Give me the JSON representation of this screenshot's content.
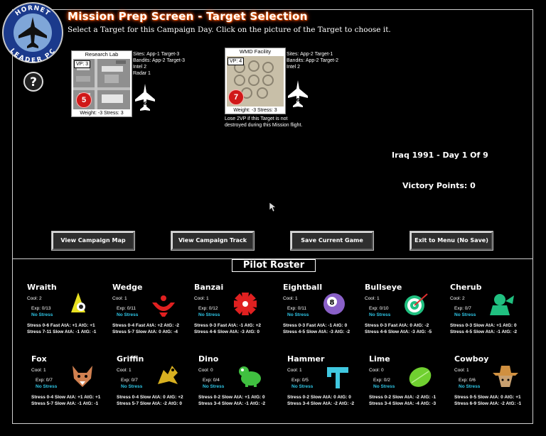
{
  "logo": {
    "top_text": "HORNET",
    "bottom_text": "LEADER PC"
  },
  "header": {
    "title": "Mission Prep Screen - Target Selection",
    "subtitle": "Select a Target for this Campaign Day. Click on the picture of the Target to choose it."
  },
  "targets": [
    {
      "name": "Research Lab",
      "vp": "VP: 3",
      "number": "5",
      "weight": "Weight: -3 Stress: 3",
      "info": [
        "Sites: App-1 Target-3",
        "Bandits: App-2 Target-3",
        "Intel 2",
        "Radar 1"
      ],
      "jet_number": "6"
    },
    {
      "name": "WMD Facility",
      "vp": "VP: 4",
      "number": "7",
      "weight": "Weight: -3 Stress: 3",
      "info": [
        "Sites: App-2 Target-1",
        "Bandits: App-2 Target-2",
        "Intel 2"
      ],
      "jet_number": "6",
      "note": [
        "Lose 2VP if this Target is not",
        "destroyed during this Mission flight."
      ]
    }
  ],
  "campaign": {
    "day": "Iraq 1991 - Day 1 Of 9",
    "victory_points": "Victory Points: 0"
  },
  "buttons": {
    "view_map": "View Campaign Map",
    "view_track": "View Campaign Track",
    "save": "Save Current Game",
    "exit": "Exit to Menu (No Save)"
  },
  "roster_title": "Pilot Roster",
  "pilots": [
    {
      "name": "Wraith",
      "cool": "Cool: 2",
      "exp": "Exp: 0/13",
      "stress": "No Stress",
      "line1": "Stress 0-6 Fast AtA: +1 AtG: +1",
      "line2": "Stress 7-11 Slow AtA: -1 AtG: -1",
      "icon": "wraith-icon",
      "color": "#e8e020"
    },
    {
      "name": "Wedge",
      "cool": "Cool: 1",
      "exp": "Exp: 0/11",
      "stress": "No Stress",
      "line1": "Stress 0-4 Fast AtA: +2 AtG: -2",
      "line2": "Stress 5-7 Slow AtA: 0 AtG: -4",
      "icon": "wedge-icon",
      "color": "#e02020"
    },
    {
      "name": "Banzai",
      "cool": "Cool: 1",
      "exp": "Exp: 0/12",
      "stress": "No Stress",
      "line1": "Stress 0-3 Fast AtA: -1 AtG: +2",
      "line2": "Stress 4-6 Slow AtA: -3 AtG: 0",
      "icon": "banzai-icon",
      "color": "#e02020"
    },
    {
      "name": "Eightball",
      "cool": "Cool: 1",
      "exp": "Exp: 0/11",
      "stress": "No Stress",
      "line1": "Stress 0-3 Fast AtA: -1 AtG: 0",
      "line2": "Stress 4-5 Slow AtA: -3 AtG: -2",
      "icon": "eightball-icon",
      "color": "#8a60c8"
    },
    {
      "name": "Bullseye",
      "cool": "Cool: 1",
      "exp": "Exp: 0/10",
      "stress": "No Stress",
      "line1": "Stress 0-3 Fast AtA: 0 AtG: -2",
      "line2": "Stress 4-6 Slow AtA: -3 AtG: -5",
      "icon": "bullseye-icon",
      "color": "#20c080"
    },
    {
      "name": "Cherub",
      "cool": "Cool: 2",
      "exp": "Exp: 0/7",
      "stress": "No Stress",
      "line1": "Stress 0-3 Slow AtA: +1 AtG: 0",
      "line2": "Stress 4-5 Slow AtA: -1 AtG: -2",
      "icon": "cherub-icon",
      "color": "#20c080"
    },
    {
      "name": "Fox",
      "cool": "Cool: 1",
      "exp": "Exp: 0/7",
      "stress": "No Stress",
      "line1": "Stress 0-4 Slow AtA: +1 AtG: +1",
      "line2": "Stress 5-7 Slow AtA: -1 AtG: -1",
      "icon": "fox-icon",
      "color": "#d08050"
    },
    {
      "name": "Griffin",
      "cool": "Cool: 1",
      "exp": "Exp: 0/7",
      "stress": "No Stress",
      "line1": "Stress 0-4 Slow AtA: 0 AtG: +2",
      "line2": "Stress 5-7 Slow AtA: -2 AtG: 0",
      "icon": "griffin-icon",
      "color": "#d8b020"
    },
    {
      "name": "Dino",
      "cool": "Cool: 0",
      "exp": "Exp: 0/4",
      "stress": "No Stress",
      "line1": "Stress 0-2 Slow AtA: +1 AtG: 0",
      "line2": "Stress 3-4 Slow AtA: -1 AtG: -2",
      "icon": "dino-icon",
      "color": "#40c040"
    },
    {
      "name": "Hammer",
      "cool": "Cool: 1",
      "exp": "Exp: 0/5",
      "stress": "No Stress",
      "line1": "Stress 0-2 Slow AtA: 0 AtG: 0",
      "line2": "Stress 3-4 Slow AtA: -2 AtG: -2",
      "icon": "hammer-icon",
      "color": "#40c8e0"
    },
    {
      "name": "Lime",
      "cool": "Cool: 0",
      "exp": "Exp: 0/2",
      "stress": "No Stress",
      "line1": "Stress 0-2 Slow AtA: -2 AtG: -1",
      "line2": "Stress 3-4 Slow AtA: -4 AtG: -3",
      "icon": "lime-icon",
      "color": "#70d030"
    },
    {
      "name": "Cowboy",
      "cool": "Cool: 1",
      "exp": "Exp: 0/6",
      "stress": "No Stress",
      "line1": "Stress 0-5 Slow AtA: 0 AtG: +1",
      "line2": "Stress 6-9 Slow AtA: -2 AtG: -1",
      "icon": "cowboy-icon",
      "color": "#d09040"
    }
  ]
}
